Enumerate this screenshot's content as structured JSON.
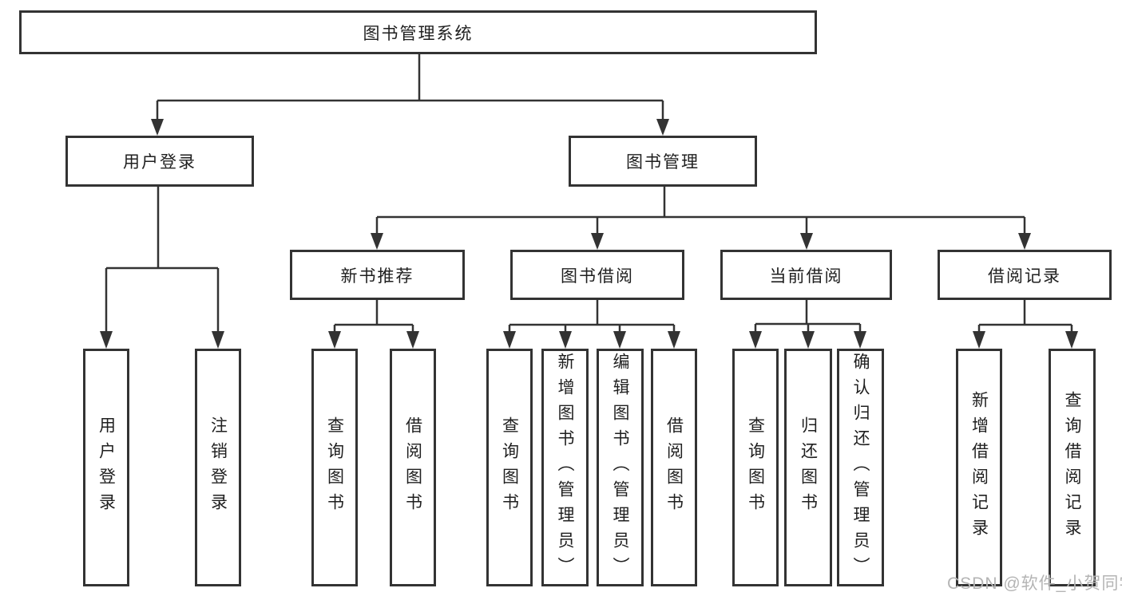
{
  "diagram": {
    "type": "hierarchy-tree",
    "colors": {
      "line": "#333333",
      "box_border": "#333333",
      "text": "#1f1f1f",
      "background": "#ffffff",
      "watermark": "#b4b4b4"
    },
    "tree": {
      "label": "图书管理系统",
      "children": [
        {
          "label": "用户登录",
          "children": [
            {
              "label": "用户登录"
            },
            {
              "label": "注销登录"
            }
          ]
        },
        {
          "label": "图书管理",
          "children": [
            {
              "label": "新书推荐",
              "children": [
                {
                  "label": "查询图书"
                },
                {
                  "label": "借阅图书"
                }
              ]
            },
            {
              "label": "图书借阅",
              "children": [
                {
                  "label": "查询图书"
                },
                {
                  "label": "新增图书（管理员）"
                },
                {
                  "label": "编辑图书（管理员）"
                },
                {
                  "label": "借阅图书"
                }
              ]
            },
            {
              "label": "当前借阅",
              "children": [
                {
                  "label": "查询图书"
                },
                {
                  "label": "归还图书"
                },
                {
                  "label": "确认归还（管理员）"
                }
              ]
            },
            {
              "label": "借阅记录",
              "children": [
                {
                  "label": "新增借阅记录"
                },
                {
                  "label": "查询借阅记录"
                }
              ]
            }
          ]
        }
      ]
    },
    "watermark": {
      "text": "CSDN @软件_小贺同学"
    }
  }
}
